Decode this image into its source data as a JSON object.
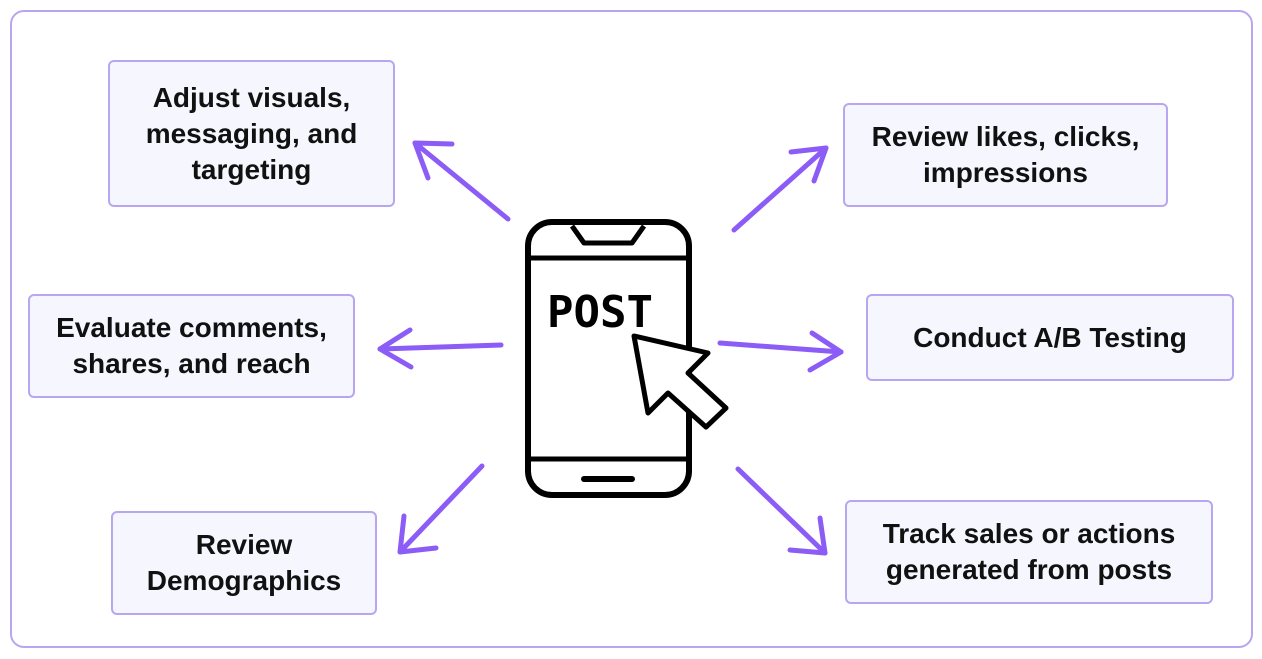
{
  "center": {
    "phone_text": "POST",
    "icon": "phone-post-cursor-icon"
  },
  "nodes": {
    "adjust": {
      "line1": "Adjust visuals,",
      "line2": "messaging, and",
      "line3": "targeting"
    },
    "review_likes": {
      "line1": "Review likes, clicks,",
      "line2": "impressions"
    },
    "evaluate": {
      "line1": "Evaluate comments,",
      "line2": "shares, and reach"
    },
    "ab_testing": {
      "line1": "Conduct A/B Testing"
    },
    "demographics": {
      "line1": "Review",
      "line2": "Demographics"
    },
    "track": {
      "line1": "Track sales or actions",
      "line2": "generated from posts"
    }
  },
  "colors": {
    "arrow": "#8b5cf6",
    "box_border": "#b9a6f0",
    "box_fill": "#f6f6fe",
    "text": "#111111"
  }
}
